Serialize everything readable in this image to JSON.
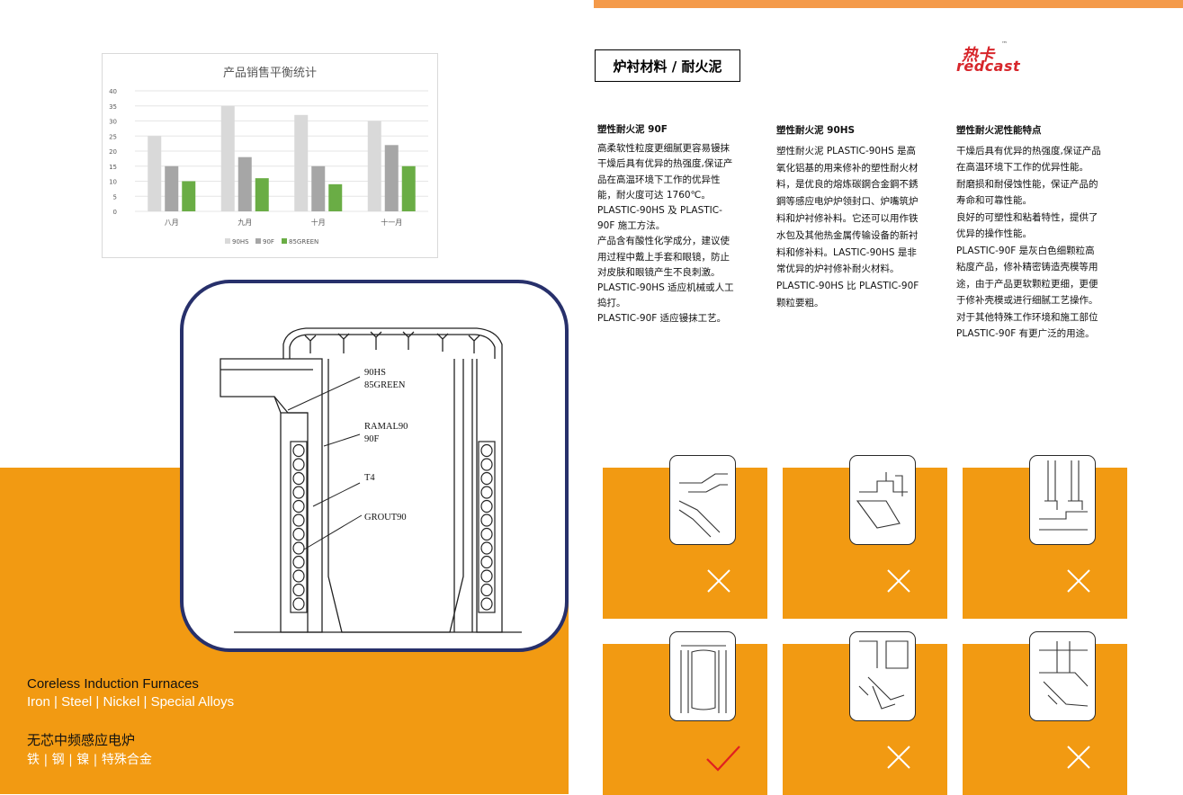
{
  "chart_data": {
    "type": "bar",
    "title": "产品销售平衡统计",
    "categories": [
      "八月",
      "九月",
      "十月",
      "十一月"
    ],
    "series": [
      {
        "name": "90HS",
        "values": [
          25,
          35,
          32,
          30
        ],
        "color": "#D9D9D9"
      },
      {
        "name": "90F",
        "values": [
          15,
          18,
          15,
          22
        ],
        "color": "#A6A6A6"
      },
      {
        "name": "85GREEN",
        "values": [
          10,
          11,
          9,
          15
        ],
        "color": "#6AAD45"
      }
    ],
    "ylim": [
      0,
      40
    ],
    "yticks": [
      0,
      5,
      10,
      15,
      20,
      25,
      30,
      35,
      40
    ],
    "grid": true,
    "legend": "bottom"
  },
  "furnace_labels": {
    "label1": "90HS",
    "label2": "85GREEN",
    "label3": "RAMAL90",
    "label4": "90F",
    "label5": "T4",
    "label6": "GROUT90"
  },
  "captions": {
    "en_title": "Coreless Induction Furnaces",
    "en_sub": "Iron | Steel | Nickel | Special Alloys",
    "zh_title": "无芯中频感应电炉",
    "zh_sub": "铁 | 钢 | 镍 | 特殊合金"
  },
  "header": {
    "title": "炉衬材料 / 耐火泥",
    "logo_zh": "热卡",
    "logo_tm": "™",
    "logo_en": "redcast"
  },
  "columns": [
    {
      "heading": "塑性耐火泥 90F",
      "lines": [
        "高柔软性粒度更细腻更容易镘抹",
        "干燥后具有优异的热强度,保证产",
        "品在高温环境下工作的优异性",
        "能，耐火度可达 1760℃。",
        "PLASTIC-90HS 及 PLASTIC-",
        "90F 施工方法。",
        "产品含有酸性化学成分，建议使",
        "用过程中戴上手套和眼镜，防止",
        "对皮肤和眼镜产生不良刺激。",
        "PLASTIC-90HS 适应机械或人工",
        "捣打。",
        "PLASTIC-90F 适应镘抹工艺。"
      ]
    },
    {
      "heading": "塑性耐火泥 90HS",
      "lines": [
        "塑性耐火泥 PLASTIC-90HS 是高",
        "氧化铝基的用来修补的塑性耐火材",
        "料，是优良的熔炼碳鋼合金鋼不銹",
        "鋼等感应电炉炉领封口、炉嘴筑炉",
        "料和炉衬修补料。它还可以用作铁",
        "水包及其他热金属传输设备的新衬",
        "料和修补料。LASTIC-90HS 是非",
        "常优异的炉衬修补耐火材料。",
        "PLASTIC-90HS 比 PLASTIC-90F",
        "颗粒要粗。"
      ]
    },
    {
      "heading": "塑性耐火泥性能特点",
      "lines": [
        "干燥后具有优异的热强度,保证产品",
        "在高温环境下工作的优异性能。",
        "耐磨损和耐侵蚀性能，保证产品的",
        "寿命和可靠性能。",
        "良好的可塑性和粘着特性，提供了",
        "优异的操作性能。",
        "PLASTIC-90F 是灰白色细颗粒高",
        "粘度产品，修补精密铸造壳模等用",
        "途，由于产品更软颗粒更细，更便",
        "于修补壳模或进行细腻工艺操作。",
        "对于其他特殊工作环境和施工部位",
        "PLASTIC-90F 有更广泛的用途。"
      ]
    }
  ],
  "tiles": [
    {
      "mark": "cross-icon"
    },
    {
      "mark": "cross-icon"
    },
    {
      "mark": "cross-icon"
    },
    {
      "mark": "check-icon",
      "mark_color": "#E02020"
    },
    {
      "mark": "cross-icon"
    },
    {
      "mark": "cross-icon"
    }
  ]
}
